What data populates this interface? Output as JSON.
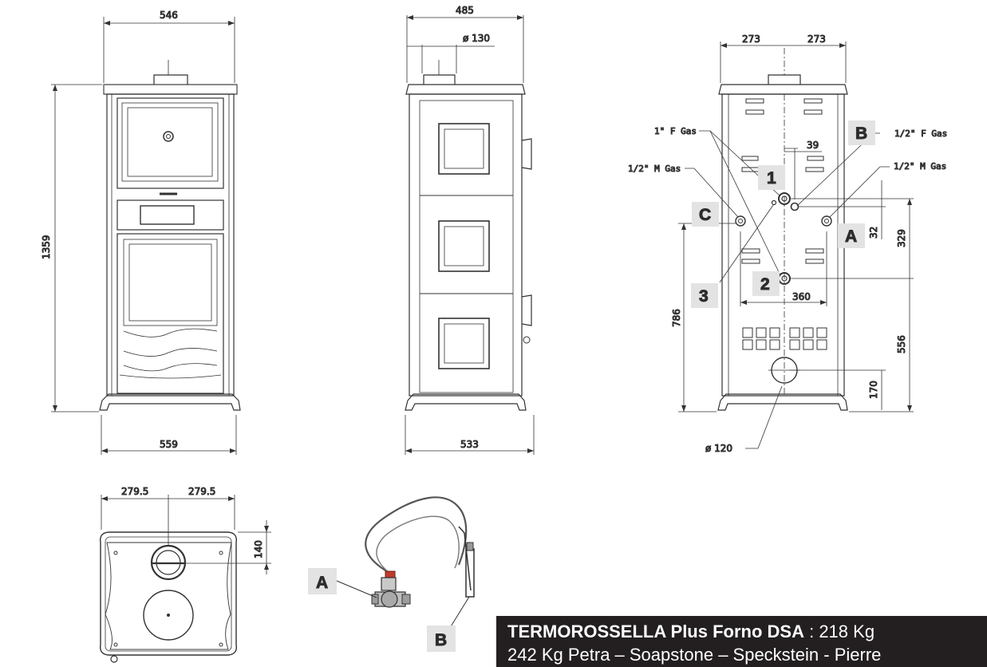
{
  "dimensions": {
    "front_width_top": "546",
    "front_height": "1359",
    "front_width_base": "559",
    "side_depth_top": "485",
    "side_flue_diameter": "ø 130",
    "side_depth_base": "533",
    "rear_half_left": "273",
    "rear_half_right": "273",
    "rear_offset": "39",
    "rear_height_329": "329",
    "rear_height_32": "32",
    "rear_width_360": "360",
    "rear_height_786": "786",
    "rear_height_556": "556",
    "rear_height_170": "170",
    "rear_flue_diameter": "ø 120",
    "top_half_left": "279.5",
    "top_half_right": "279.5",
    "top_depth_140": "140"
  },
  "connections": {
    "f_gas_1": "1\" F Gas",
    "f_gas_half": "1/2\" F Gas",
    "m_gas_left": "1/2\" M Gas",
    "m_gas_right": "1/2\" M Gas"
  },
  "tags": {
    "B": "B",
    "one": "1",
    "C": "C",
    "A": "A",
    "three": "3",
    "two": "2",
    "valve_A": "A",
    "probe_B": "B"
  },
  "product": {
    "name": "TERMOROSSELLA Plus Forno DSA",
    "weight": " : 218 Kg",
    "variants": "242 Kg Petra – Soapstone – Speckstein - Pierre"
  },
  "colors": {
    "label_box": "#e3e3e3",
    "title_bar": "#231f20"
  }
}
